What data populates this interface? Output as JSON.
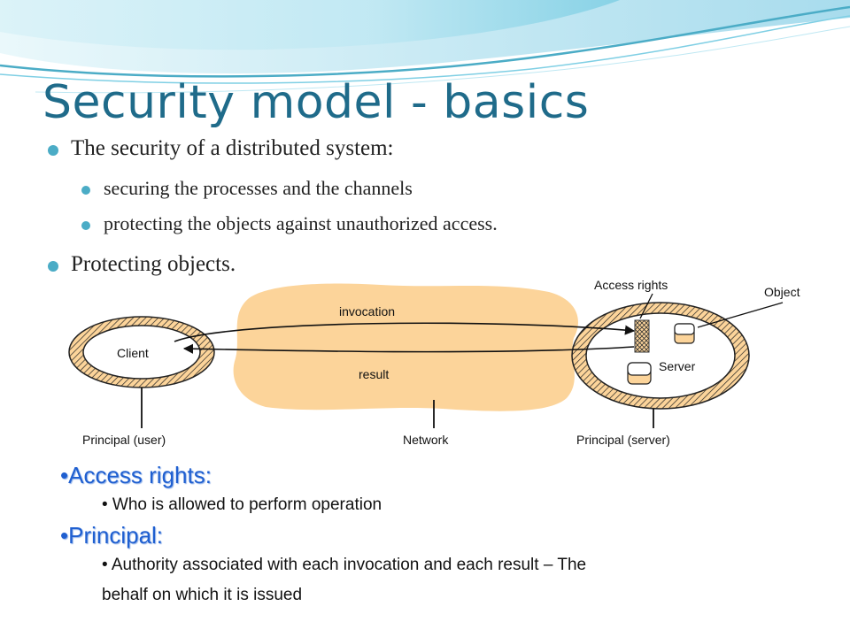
{
  "slide": {
    "title": "Security model - basics",
    "bullets": {
      "main": "The security of a distributed system:",
      "sub1": "securing the processes and the channels",
      "sub2": "protecting the objects against unauthorized access.",
      "second": "Protecting objects."
    },
    "bullet_color": "#4bacc6",
    "title_color": "#1f6b8a"
  },
  "diagram": {
    "labels": {
      "access_rights": "Access rights",
      "object": "Object",
      "invocation": "invocation",
      "result": "result",
      "client": "Client",
      "server": "Server",
      "principal_user": "Principal (user)",
      "network": "Network",
      "principal_server": "Principal (server)"
    },
    "network_fill": "#fcd49a"
  },
  "notes": {
    "access_rights_head": "•Access rights:",
    "access_rights_text": "• Who is allowed to perform operation",
    "principal_head": "•Principal:",
    "principal_text_1": "• Authority associated with each invocation and each result – The",
    "principal_text_2": "behalf on which it is issued",
    "head_color": "#1f5fd0"
  }
}
